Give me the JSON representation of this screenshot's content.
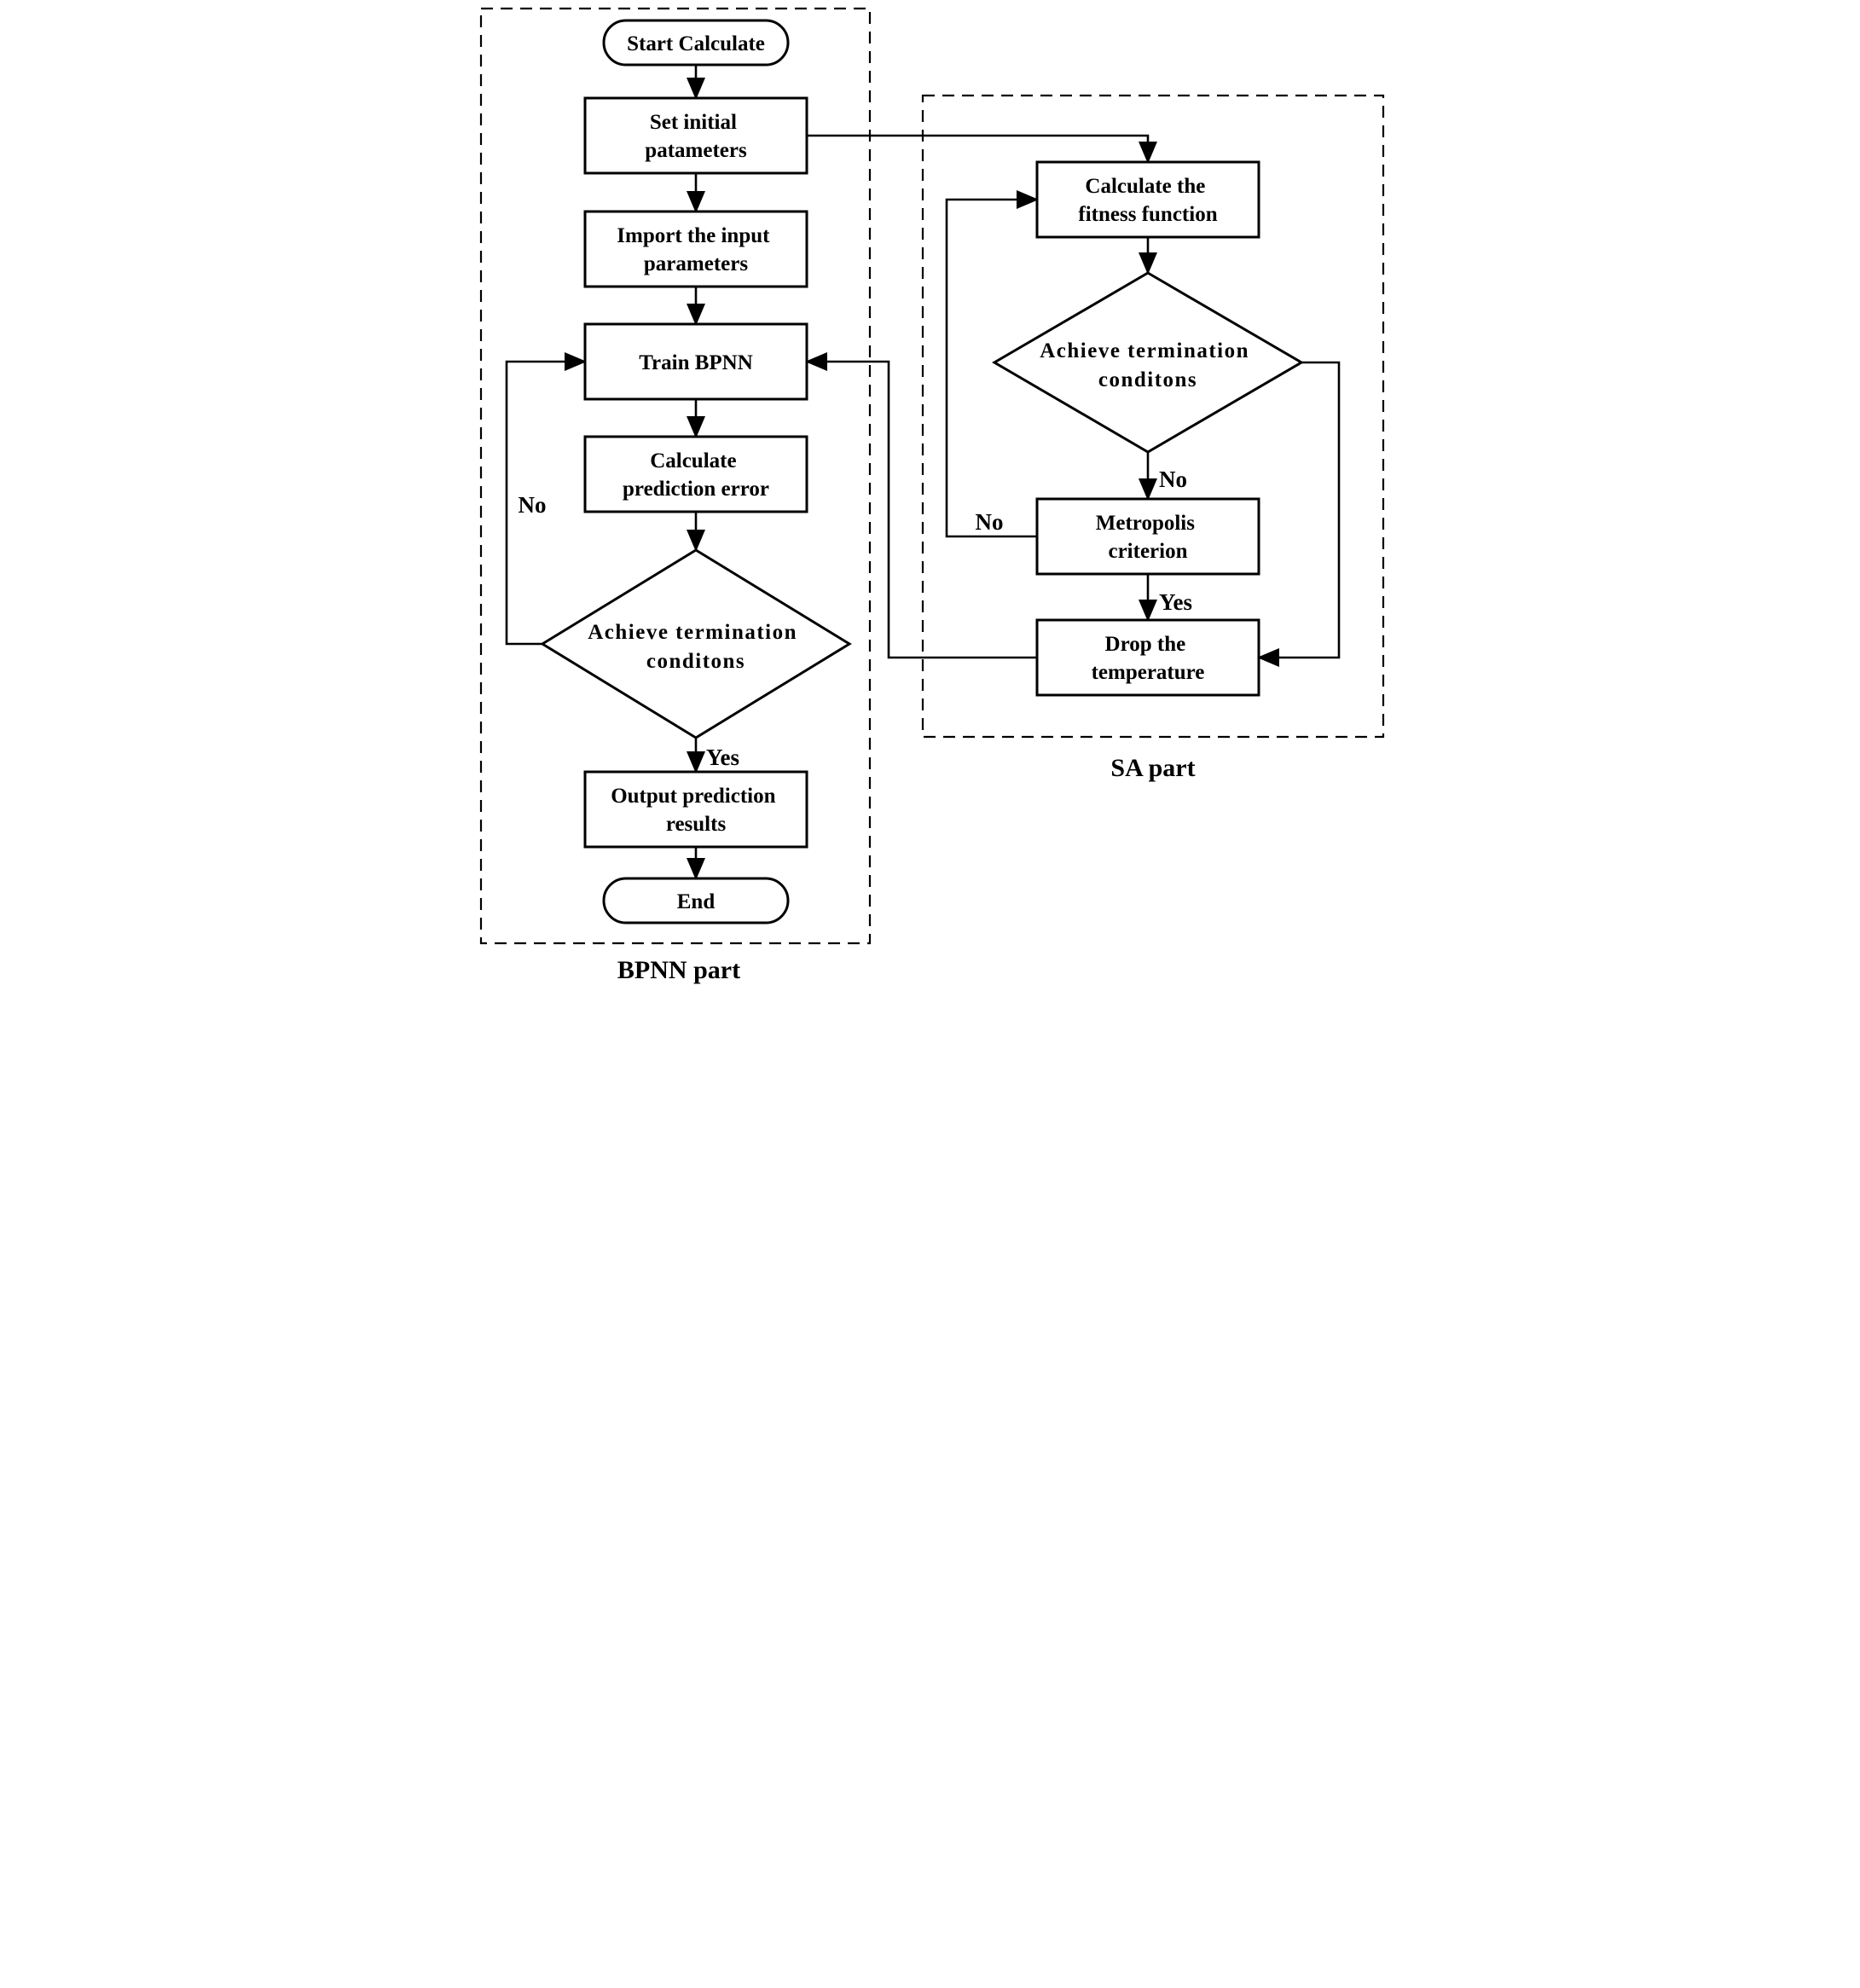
{
  "diagram": {
    "regions": {
      "bpnn": {
        "label": "BPNN part"
      },
      "sa": {
        "label": "SA part"
      }
    },
    "nodes": {
      "start": {
        "label": "Start Calculate"
      },
      "set_initial": {
        "line1": "Set initial",
        "line2": "patameters"
      },
      "import_input": {
        "line1": "Import the input",
        "line2": "parameters"
      },
      "train_bpnn": {
        "label": "Train BPNN"
      },
      "calc_error": {
        "line1": "Calculate",
        "line2": "prediction error"
      },
      "bpnn_decision": {
        "line1": "Achieve termination",
        "line2": "conditons"
      },
      "output_results": {
        "line1": "Output prediction",
        "line2": "results"
      },
      "end": {
        "label": "End"
      },
      "calc_fitness": {
        "line1": "Calculate the",
        "line2": "fitness function"
      },
      "sa_decision": {
        "line1": "Achieve termination",
        "line2": "conditons"
      },
      "metropolis": {
        "line1": "Metropolis",
        "line2": "criterion"
      },
      "drop_temp": {
        "line1": "Drop the",
        "line2": "temperature"
      }
    },
    "edge_labels": {
      "bpnn_no": "No",
      "bpnn_yes": "Yes",
      "sa_decision_no": "No",
      "metropolis_no": "No",
      "metropolis_yes": "Yes"
    },
    "colors": {
      "stroke": "#000000",
      "background": "#ffffff"
    }
  }
}
